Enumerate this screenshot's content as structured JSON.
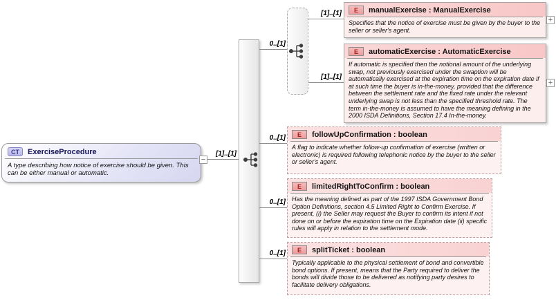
{
  "root": {
    "badge": "CT",
    "label": "ExerciseProcedure",
    "description": "A type describing how notice of exercise should be given. This can be either manual or automatic.",
    "cardinality": "[1]..[1]"
  },
  "choice_group": {
    "cardinality": "0..[1]"
  },
  "elements": [
    {
      "badge": "E",
      "label": "manualExercise : ManualExercise",
      "cardinality": "[1]..[1]",
      "description": "Specifies that the notice of exercise must be given by the buyer to the seller or seller's agent."
    },
    {
      "badge": "E",
      "label": "automaticExercise : AutomaticExercise",
      "cardinality": "[1]..[1]",
      "description": "If automatic is specified then the notional amount of the underlying swap, not previously exercised under the swaption will be automatically exercised at the expiration time on the expiration date if at such time the buyer is in-the-money, provided that the difference between the settlement rate and the fixed rate under the relevant underlying swap is not less than the specified threshold rate. The term in-the-money is assumed to have the meaning defining in the 2000 ISDA Definitions, Section 17.4 In-the-money."
    },
    {
      "badge": "E",
      "label": "followUpConfirmation : boolean",
      "cardinality": "0..[1]",
      "description": "A flag to indicate whether follow-up confirmation of exercise (written or electronic) is required following telephonic notice by the buyer to the seller or seller's agent."
    },
    {
      "badge": "E",
      "label": "limitedRightToConfirm : boolean",
      "cardinality": "0..[1]",
      "description": "Has the meaning defined as part of the 1997 ISDA Government Bond Option Definitions, section 4.5 Limited Right to Confirm Exercise. If present, (i) the Seller may request the Buyer to confirm its intent if not done on or before the expiration time on the Expiration date (ii) specific rules will apply in relation to the settlement mode."
    },
    {
      "badge": "E",
      "label": "splitTicket : boolean",
      "cardinality": "0..[1]",
      "description": "Typically applicable to the physical settlement of bond and convertible bond options. If present, means that the Party required to deliver the bonds will divide those to be delivered as notifying party desires to facilitate delivery obligations."
    }
  ],
  "icons": {
    "collapse_glyph": "−",
    "expand_glyph": "+"
  },
  "colors": {
    "element_pink": "#f8c7c7",
    "complex_type_lavender": "#d6d6f0",
    "badge_red_text": "#a32020",
    "badge_blue_text": "#39398e",
    "connector_gray": "#8c8c8c"
  }
}
